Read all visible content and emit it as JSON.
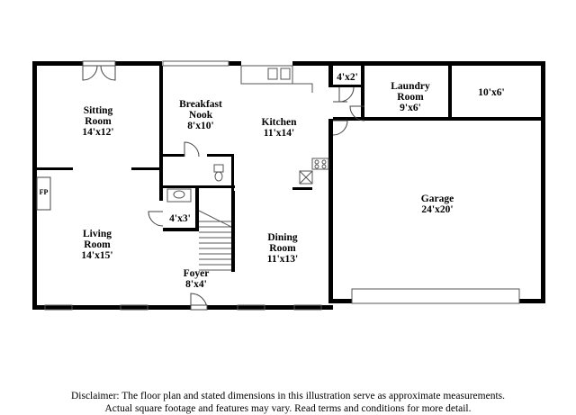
{
  "rooms": {
    "sitting": {
      "name": "Sitting",
      "name2": "Room",
      "size": "14'x12'"
    },
    "breakfast": {
      "name": "Breakfast",
      "name2": "Nook",
      "size": "8'x10'"
    },
    "kitchen": {
      "name": "Kitchen",
      "size": "11'x14'"
    },
    "closet_top": {
      "size": "4'x2'"
    },
    "laundry": {
      "name": "Laundry",
      "name2": "Room",
      "size": "9'x6'"
    },
    "storage": {
      "size": "10'x6'"
    },
    "fireplace": {
      "label": "FP"
    },
    "closet_mid": {
      "size": "4'x3'"
    },
    "living": {
      "name": "Living",
      "name2": "Room",
      "size": "14'x15'"
    },
    "dining": {
      "name": "Dining",
      "name2": "Room",
      "size": "11'x13'"
    },
    "garage": {
      "name": "Garage",
      "size": "24'x20'"
    },
    "foyer": {
      "name": "Foyer",
      "size": "8'x4'"
    }
  },
  "disclaimer": {
    "line1": "Disclaimer: The floor plan and stated dimensions in this illustration serve as approximate measurements.",
    "line2": "Actual square footage and features may vary. Read terms and conditions for more detail."
  }
}
